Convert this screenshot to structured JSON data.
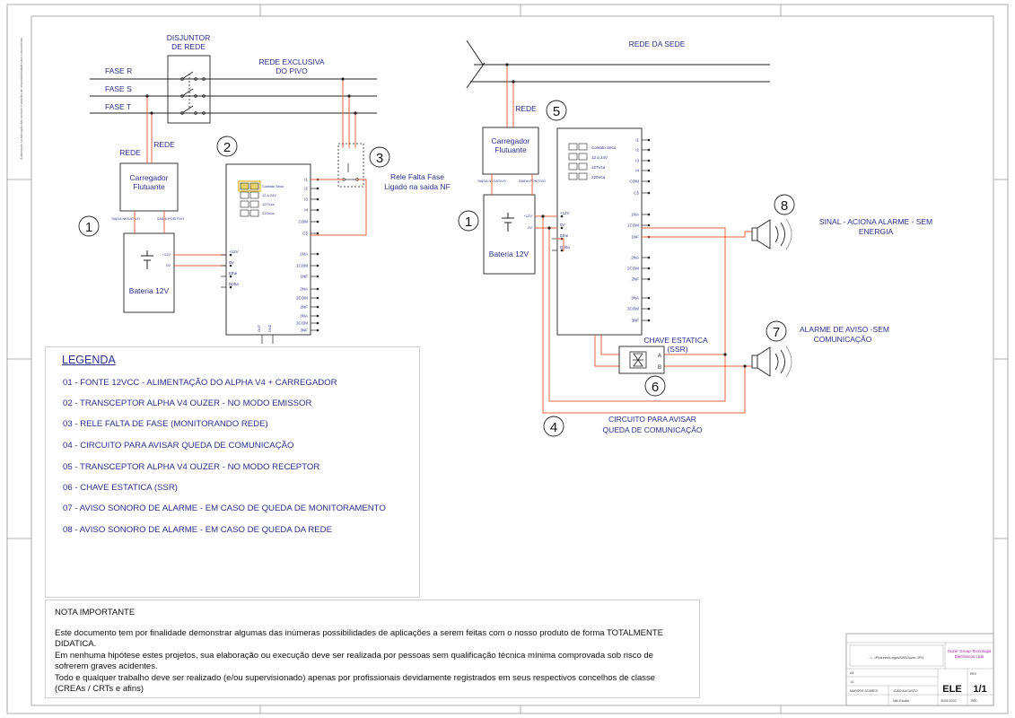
{
  "colors": {
    "wire": "#e8643c",
    "text_blue": "#2a2f8a",
    "line": "#222222",
    "company": "#a020a0",
    "highlight": "#e8d26a"
  },
  "left": {
    "breaker_label": [
      "DISJUNTOR",
      "DE REDE"
    ],
    "exclusive_label": [
      "REDE EXCLUSIVA",
      "DO PIVO"
    ],
    "phases": [
      "FASE R",
      "FASE S",
      "FASE T"
    ],
    "rede_labels": [
      "REDE",
      "REDE"
    ],
    "charger": [
      "Carregador",
      "Flutuante"
    ],
    "charger_neg": "SAIDA NEGATIVO",
    "charger_pos": "SAIDA POSITIVO",
    "battery": "Bateria 12V",
    "bat_pos": "+12V",
    "bat_neg": "0V",
    "callout_1": "1",
    "callout_2": "2",
    "callout_3": "3",
    "relay_text": [
      "Rele Falta Fase",
      "Ligado na saida NF"
    ],
    "module_legend": [
      "Contato Seco",
      "12 a 24V",
      "127Vca",
      "220Vca"
    ],
    "left_pins": [
      "+12V",
      "0V",
      "Ethe",
      "Dpha"
    ],
    "right_pins": [
      "I1",
      "I2",
      "I3",
      "I4",
      "COM",
      "C5",
      "1NA",
      "1COM",
      "1NF",
      "2NA",
      "2COM",
      "2NF",
      "3NA",
      "3COM",
      "3NF"
    ],
    "bottom_pins": [
      "OUT",
      "GND"
    ]
  },
  "right": {
    "rede_sede": "REDE DA SEDE",
    "rede": "REDE",
    "callout_5": "5",
    "callout_1": "1",
    "callout_6": "6",
    "callout_7": "7",
    "callout_8": "8",
    "callout_4": "4",
    "charger": [
      "Carregador",
      "Flutuante"
    ],
    "charger_neg": "SAIDA NEGATIVO",
    "charger_pos": "SAIDA POSITIVO",
    "battery": "Bateria 12V",
    "bat_pos": "+12V",
    "bat_neg": "0V",
    "module_legend": [
      "Contato Seco",
      "12 a 24V",
      "127Vca",
      "220Vca"
    ],
    "left_pins": [
      "+12V",
      "0V",
      "Ethe",
      "Dpha"
    ],
    "right_pins": [
      "I1",
      "I2",
      "I3",
      "I4",
      "COM",
      "C5",
      "1NA",
      "1COM",
      "1NF",
      "2NA",
      "2COM",
      "2NF",
      "3NA",
      "3COM",
      "3NF"
    ],
    "ssr_label": [
      "CHAVE ESTATICA",
      "(SSR)"
    ],
    "ssr_a": "A",
    "ssr_b": "B",
    "signal_8": [
      "SINAL - ACIONA ALARME - SEM",
      "ENERGIA"
    ],
    "alarm_7": [
      "ALARME DE AVISO -SEM",
      "COMUNICAÇÃO"
    ],
    "circuit_4": [
      "CIRCUITO PARA AVISAR",
      "QUEDA DE COMUNICAÇÃO"
    ]
  },
  "legend": {
    "title": "LEGENDA",
    "items": [
      "01 - FONTE 12VCC - ALIMENTAÇÃO DO ALPHA V4 + CARREGADOR",
      "02 - TRANSCEPTOR ALPHA V4 OUZER - NO MODO EMISSOR",
      "03 - RELE FALTA DE FASE (MONITORANDO REDE)",
      "04 - CIRCUITO PARA AVISAR QUEDA DE COMUNICAÇÃO",
      "05 - TRANSCEPTOR ALPHA V4 OUZER - NO MODO RECEPTOR",
      "06 - CHAVE ESTATICA (SSR)",
      "07 - AVISO SONORO DE ALARME - EM CASO DE QUEDA DE MONITORAMENTO",
      "08 - AVISO SONORO DE ALARME - EM CASO DE QUEDA DA REDE"
    ]
  },
  "note": {
    "title": "NOTA IMPORTANTE",
    "lines": [
      "Este documento tem por finalidade demonstrar algumas das inúmeras possibilidades de aplicações a serem feitas com o nosso produto de forma TOTALMENTE",
      "DIDATICA.",
      "Em nenhuma hipótese estes projetos, sua elaboração ou execução deve ser realizada por pessoas sem qualificação técnica mínima comprovada sob risco de",
      "sofrerem graves acidentes.",
      "Todo e qualquer trabalho deve ser realizado (e/ou supervisionado) apenas por profissionais devidamente registrados em seus respectivos concelhos de classe",
      "(CREAs / CRTs e afins)"
    ]
  },
  "title_block": {
    "path": "...\\...\\Pictures\\LegosSW\\Ouzer.JPG",
    "company": [
      "Ouzer Group Tecnologia",
      "Eletrônicos Ltda"
    ],
    "code": "ELE",
    "sheet": "1/1",
    "drawn_by": "MARCOS SOARES",
    "checked_by": "JOÃO AUGUSTO",
    "small_fields": [
      "A4",
      "1/1",
      "REV",
      "Não Escala",
      "30/01/2020",
      "R00"
    ]
  },
  "side_note": "A alteração ou aplicação das normas e padrões de responsabilidade para o documento"
}
